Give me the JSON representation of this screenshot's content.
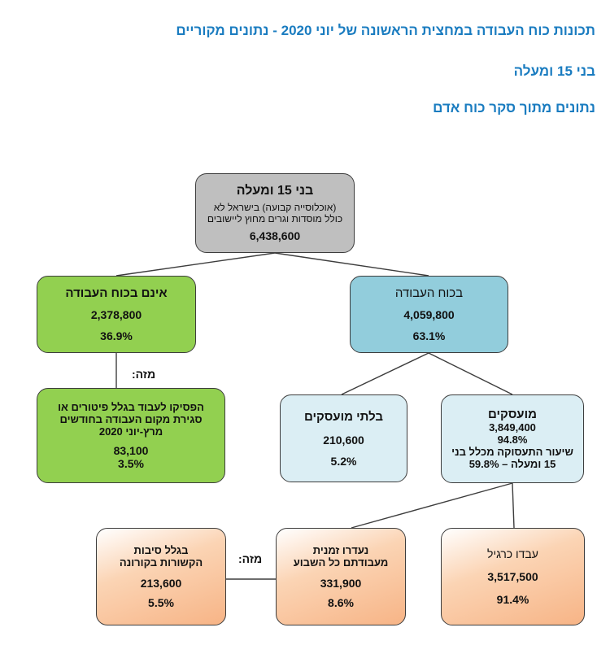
{
  "headings": {
    "main": "תכונות כוח העבודה במחצית הראשונה של יוני 2020 - נתונים מקוריים",
    "sub1": "בני 15 ומעלה",
    "sub2": "נתונים מתוך סקר כוח אדם"
  },
  "nodes": {
    "root": {
      "title": "בני 15 ומעלה",
      "desc_line1": "(אוכלוסייה קבועה) בישראל לא",
      "desc_line2": "כולל מוסדות וגרים מחוץ ליישובים",
      "value": "6,438,600"
    },
    "not_in_labor": {
      "title": "אינם בכוח העבודה",
      "value": "2,378,800",
      "percent": "36.9%"
    },
    "labor_force": {
      "title": "בכוח העבודה",
      "value": "4,059,800",
      "percent": "63.1%"
    },
    "stopped_working": {
      "line1": "הפסיקו לעבוד בגלל פיטורים או",
      "line2": "סגירת מקום העבודה בחודשים",
      "line3": "מרץ-יוני 2020",
      "value": "83,100",
      "percent": "3.5%"
    },
    "unemployed": {
      "title": "בלתי מועסקים",
      "value": "210,600",
      "percent": "5.2%"
    },
    "employed": {
      "title": "מועסקים",
      "value": "3,849,400",
      "percent": "94.8%",
      "rate_line1": "שיעור התעסוקה מכלל בני",
      "rate_line2": "15 ומעלה – 59.8%"
    },
    "worked_regular": {
      "title": "עבדו כרגיל",
      "value": "3,517,500",
      "percent": "91.4%"
    },
    "temp_absent": {
      "line1": "נעדרו זמנית",
      "line2": "מעבודתם כל השבוע",
      "value": "331,900",
      "percent": "8.6%"
    },
    "corona": {
      "line1": "בגלל סיבות",
      "line2": "הקשורות בקורונה",
      "value": "213,600",
      "percent": "5.5%"
    }
  },
  "notes": {
    "of_which_1": "מזה:",
    "of_which_2": "מזה:"
  },
  "colors": {
    "heading": "#1a7cc0",
    "root": "#bfbfbf",
    "not_in_labor": "#92d050",
    "labor_force": "#92cddc",
    "labor_sub": "#dbeef4",
    "employed_sub": "#f7b486"
  }
}
